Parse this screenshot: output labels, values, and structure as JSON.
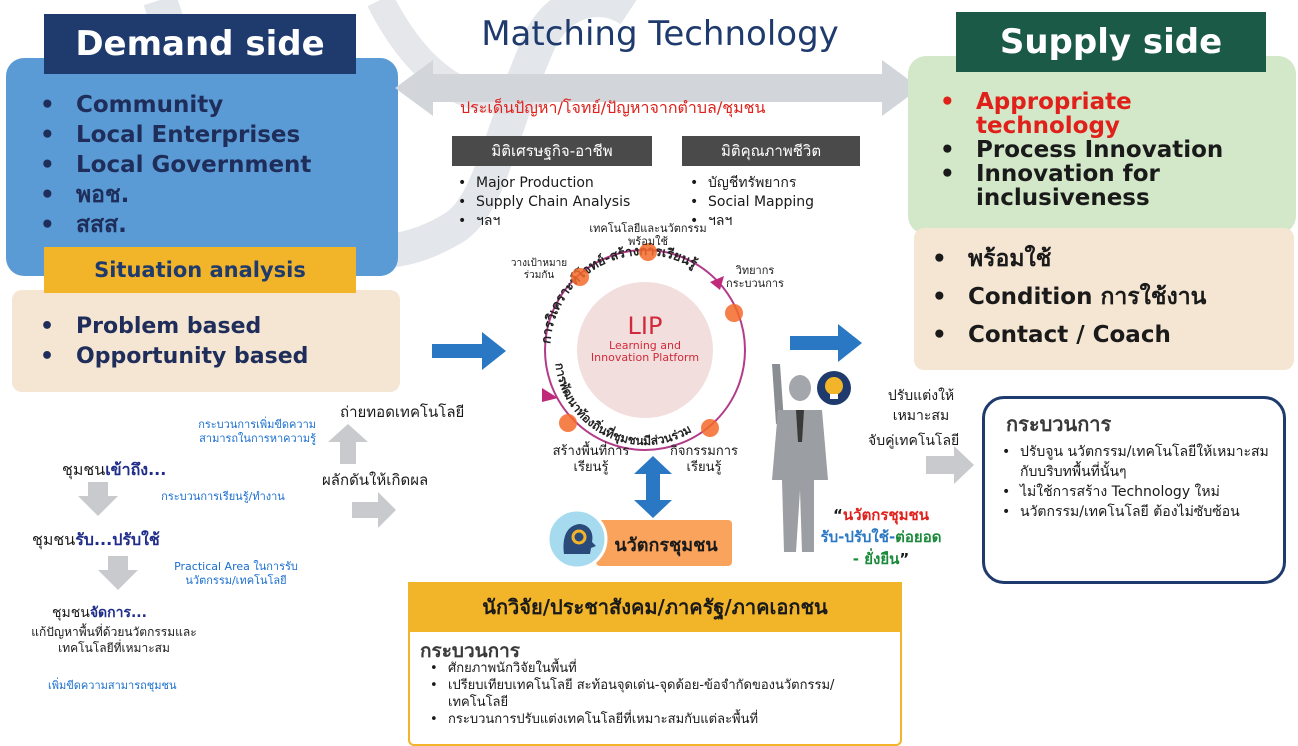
{
  "titles": {
    "demand": "Demand side",
    "matching": "Matching Technology",
    "supply": "Supply side"
  },
  "demand": {
    "items": [
      "Community",
      "Local Enterprises",
      "Local Government",
      "พอช.",
      "สสส."
    ],
    "situation_label": "Situation analysis",
    "situation_items": [
      "Problem based",
      "Opportunity based"
    ]
  },
  "matching": {
    "issues": "ประเด็นปัญหา/โจทย์/ปัญหาจากตำบล/ชุมชน",
    "dim_econ": {
      "title": "มิติเศรษฐกิจ-อาชีพ",
      "items": [
        "Major Production",
        "Supply Chain Analysis",
        "ฯลฯ"
      ]
    },
    "dim_life": {
      "title": "มิติคุณภาพชีวิต",
      "items": [
        "บัญชีทรัพยากร",
        "Social Mapping",
        "ฯลฯ"
      ]
    }
  },
  "cycle": {
    "title": "LIP",
    "subtitle": "Learning and Innovation Platform",
    "top_arc": "การวิเคราะห์โจทย์-สร้างการเรียนรู้",
    "bottom_arc": "การพัฒนาท้องถิ่นที่ชุมชนมีส่วนร่วม",
    "nodes": {
      "tech_ready": "เทคโนโลยีและนวัตกรรมพร้อมใช้",
      "goal": "วางเป้าหมายร่วมกัน",
      "speaker": "วิทยากรกระบวนการ",
      "space": "สร้างพื้นที่การเรียนรู้",
      "activity": "กิจกรรมการเรียนรู้"
    }
  },
  "supply": {
    "items": [
      "Appropriate technology",
      "Process Innovation",
      "Innovation for inclusiveness"
    ],
    "ready_items": [
      "พร้อมใช้",
      "Condition การใช้งาน",
      "Contact / Coach"
    ]
  },
  "flow": {
    "transfer": "ถ่ายทอดเทคโนโลยี",
    "push": "ผลักดันให้เกิดผล",
    "adjust_1": "ปรับแต่งให้",
    "adjust_2": "เหมาะสม",
    "match": "จับคู่เทคโนโลยี"
  },
  "community": {
    "access_pre": "ชุมชน",
    "access_emph": "เข้าถึง...",
    "access_note": "กระบวนการเพิ่มขีดความสามารถในการหาความรู้",
    "receive_pre": "ชุมชน",
    "receive_emph": "รับ...ปรับใช้",
    "receive_note": "กระบวนการเรียนรู้/ทำงาน",
    "manage_pre": "ชุมชน",
    "manage_emph": "จัดการ...",
    "practical_note": "Practical Area ในการรับนวัตกรรม/เทคโนโลยี",
    "manage_desc_1": "แก้ปัญหาพื้นที่ด้วยนวัตกรรมและ",
    "manage_desc_2": "เทคโนโลยีที่เหมาะสม",
    "capacity": "เพิ่มขีดความสามารถชุมชน"
  },
  "innovation_label": "นวัตกรชุมชน",
  "slogan": {
    "q_open": "“",
    "line1": "นวัตกรชุมชน",
    "line2_a": "รับ-ปรับใช้-",
    "line2_b": "ต่อยอด",
    "line3": "- ยั่งยืน",
    "q_close": "”"
  },
  "process_box": {
    "title": "กระบวนการ",
    "items": [
      "ปรับจูน นวัตกรรม/เทคโนโลยีให้เหมาะสมกับบริบทพื้นที่นั้นๆ",
      "ไม่ใช้การสร้าง Technology ใหม่",
      "นวัตกรรม/เทคโนโลยี ต้องไม่ซับซ้อน"
    ]
  },
  "researchers": {
    "title": "นักวิจัย/ประชาสังคม/ภาครัฐ/ภาคเอกชน",
    "process_title": "กระบวนการ",
    "items": [
      "ศักยภาพนักวิจัยในพื้นที่",
      "เปรียบเทียบเทคโนโลยี สะท้อนจุดเด่น-จุดด้อย-ข้อจำกัดของนวัตกรรม/เทคโนโลยี",
      "กระบวนการปรับแต่งเทคโนโลยีที่เหมาะสมกับแต่ละพื้นที่"
    ]
  },
  "colors": {
    "demand_blue": "#5b9bd5",
    "navy": "#1f3b6e",
    "gold": "#f2b52a",
    "beige": "#f5e6d3",
    "green_box": "#d3e8c8",
    "supply_green": "#1a5a46",
    "arrow_blue": "#2a78c4",
    "red": "#e0201a"
  }
}
